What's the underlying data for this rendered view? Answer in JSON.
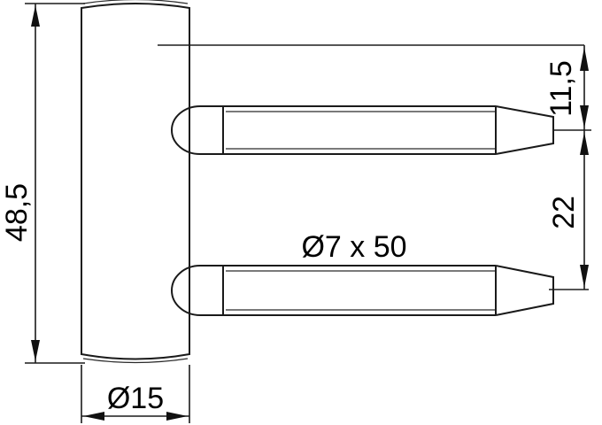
{
  "drawing": {
    "title": "Hinge pin technical drawing",
    "background_color": "#ffffff",
    "line_color": "#1a1a1a",
    "axis_color": "#555555",
    "dimensions": {
      "height_overall": {
        "label": "48,5",
        "orientation": "vertical",
        "position": "left",
        "unit_implied": "mm"
      },
      "width_plate": {
        "label": "Ø15",
        "orientation": "horizontal",
        "position": "bottom",
        "unit_implied": "mm"
      },
      "offset_top": {
        "label": "11,5",
        "orientation": "vertical",
        "position": "right-upper",
        "unit_implied": "mm"
      },
      "spacing_pins": {
        "label": "22",
        "orientation": "vertical",
        "position": "right-lower",
        "unit_implied": "mm"
      },
      "pin_spec": {
        "label": "Ø7 x 50",
        "orientation": "horizontal",
        "position": "center",
        "unit_implied": "mm"
      }
    },
    "parts": [
      {
        "name": "mounting-plate",
        "shape": "rectangle-with-curved-ends"
      },
      {
        "name": "upper-pin",
        "shape": "rounded-left-tapered-right"
      },
      {
        "name": "lower-pin",
        "shape": "rounded-left-tapered-right"
      }
    ]
  }
}
